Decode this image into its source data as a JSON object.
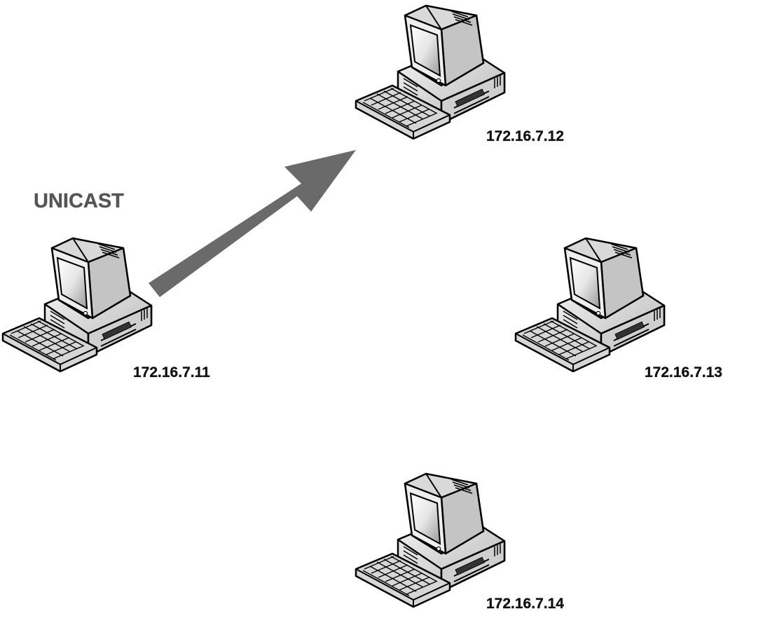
{
  "diagram": {
    "title": "UNICAST",
    "hosts": [
      {
        "id": "sender",
        "ip": "172.16.7.11"
      },
      {
        "id": "host-12",
        "ip": "172.16.7.12"
      },
      {
        "id": "host-13",
        "ip": "172.16.7.13"
      },
      {
        "id": "host-14",
        "ip": "172.16.7.14"
      }
    ]
  },
  "colors": {
    "arrow": "#6a6a6a",
    "title": "#555555",
    "label": "#111111",
    "outline": "#000000",
    "body_light": "#e8e8e8",
    "body_mid": "#bdbdbd",
    "body_dark": "#8a8a8a",
    "screen": "#f0f0f0"
  }
}
